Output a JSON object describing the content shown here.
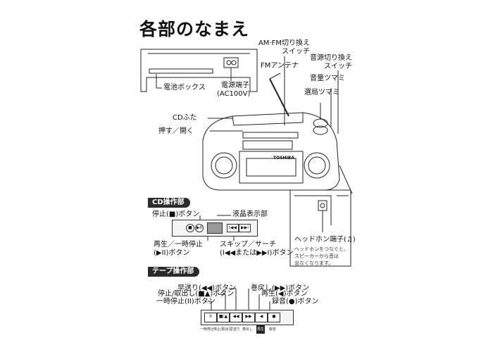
{
  "page": {
    "title": "各部のなまえ"
  },
  "device": {
    "labels": {
      "am_fm_switch_1": "AM·FM切り換え",
      "am_fm_switch_2": "スイッチ",
      "source_switch_1": "音源切り換え",
      "source_switch_2": "スイッチ",
      "fm_antenna": "FMアンテナ",
      "volume_knob": "音量ツマミ",
      "tuning_knob": "選局ツマミ",
      "battery_box": "電池ボックス",
      "power_terminal_1": "電源端子",
      "power_terminal_2": "(AC100V)",
      "cd_lid": "CDふた",
      "push_open": "押す／開く"
    },
    "brand": "TOSHIBA"
  },
  "cd_section": {
    "header": "CD操作部",
    "labels": {
      "stop_button": "停止(■)ボタン",
      "lcd": "液晶表示部",
      "play_pause_1": "再生／一時停止",
      "play_pause_2": "(▶II)ボタン",
      "skip_search_1": "スキップ／サーチ",
      "skip_search_2": "(I◀◀または▶▶I)ボタン"
    },
    "panel_buttons": {
      "stop": "■",
      "play": "▶II",
      "skip_back": "I◀◀",
      "skip_fwd": "▶▶I"
    }
  },
  "headphone": {
    "label": "ヘッドホン端子(♫)",
    "note_1": "ヘッドホンをつなぐと、",
    "note_2": "スピーカーから音は",
    "note_3": "出なくなります。"
  },
  "tape_section": {
    "header": "テープ操作部",
    "labels": {
      "rewind": "早送り(◀◀)ボタン",
      "stop_eject": "停止/取出し(■▲)ボタン",
      "pause": "一時停止(II)ボタン",
      "fast_forward": "巻戻し(▶▶)ボタン",
      "play": "再生(◀)ボタン",
      "record": "録音(●)ボタン"
    },
    "captions": {
      "pause": "一時停止",
      "stop_eject": "停止/取出し",
      "rewind": "早送り",
      "fast_forward": "巻戻し",
      "play": "再生",
      "record": "録音"
    },
    "button_symbols": {
      "pause": "II",
      "stop_eject": "■/▲",
      "rewind": "◀◀",
      "fast_forward": "▶▶",
      "play": "◀",
      "record": "●"
    }
  }
}
